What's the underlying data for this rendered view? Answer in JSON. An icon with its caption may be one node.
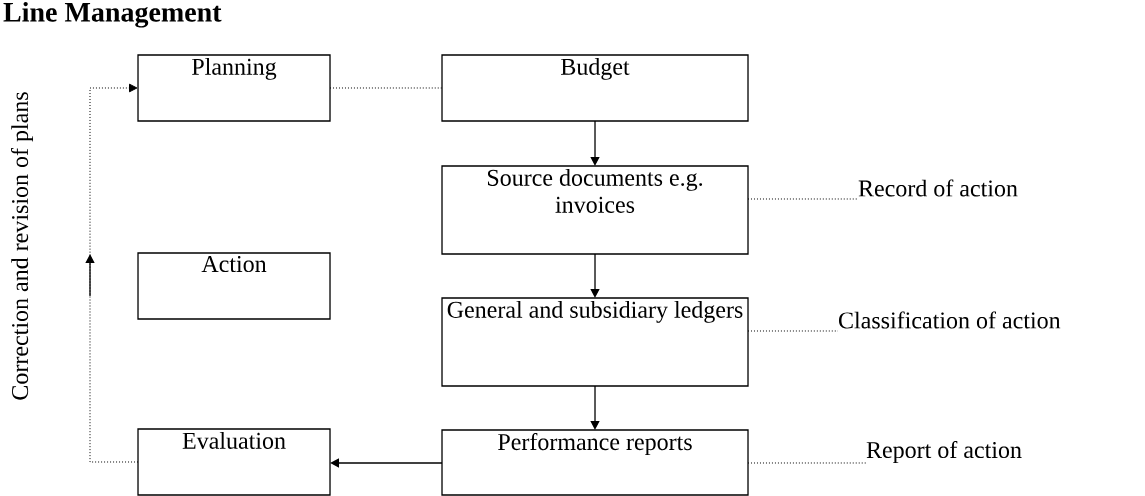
{
  "diagram": {
    "title": "Line Management",
    "nodes": [
      {
        "text": [
          "Planning"
        ]
      },
      {
        "text": [
          "Budget"
        ]
      },
      {
        "text": [
          "Source documents e.g. invoices"
        ]
      },
      {
        "text": [
          "General and subsidiary ledgers"
        ]
      },
      {
        "text": [
          "Action"
        ]
      },
      {
        "text": [
          "Evaluation"
        ]
      },
      {
        "text": [
          "Performance reports"
        ]
      },
      {
        "text": [
          "Record of action"
        ]
      },
      {
        "text": [
          "Classification of action"
        ]
      },
      {
        "text": [
          "Report of action"
        ]
      }
    ],
    "edges": [
      {
        "from": 5,
        "to": 0,
        "arrow": "to",
        "style": "dashed",
        "label": "Correction and revision of plans"
      },
      {
        "from": 0,
        "to": 1,
        "arrow": "none",
        "style": "dashed"
      },
      {
        "from": 1,
        "to": 2,
        "arrow": "to"
      },
      {
        "from": 2,
        "to": 3,
        "arrow": "to"
      },
      {
        "from": 3,
        "to": 6,
        "arrow": "to"
      },
      {
        "from": 6,
        "to": 5,
        "arrow": "to"
      },
      {
        "from": 2,
        "to": 7,
        "arrow": "none",
        "style": "dashed"
      },
      {
        "from": 3,
        "to": 8,
        "arrow": "none",
        "style": "dashed"
      },
      {
        "from": 6,
        "to": 9,
        "arrow": "none",
        "style": "dashed"
      }
    ]
  }
}
